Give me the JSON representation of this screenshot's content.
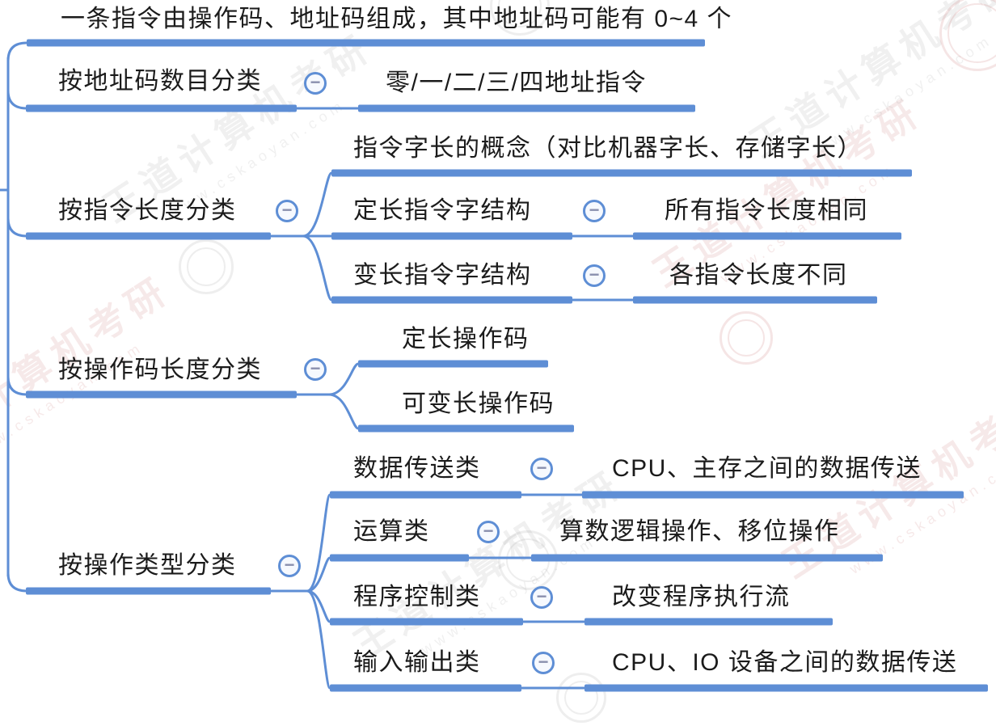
{
  "mindmap": {
    "note": "一条指令由操作码、地址码组成，其中地址码可能有 0~4 个",
    "collapse_glyph": "−",
    "branches": [
      {
        "label": "按地址码数目分类",
        "children": [
          {
            "label": "零/一/二/三/四地址指令"
          }
        ]
      },
      {
        "label": "按指令长度分类",
        "children": [
          {
            "label": "指令字长的概念（对比机器字长、存储字长）"
          },
          {
            "label": "定长指令字结构",
            "children": [
              {
                "label": "所有指令长度相同"
              }
            ]
          },
          {
            "label": "变长指令字结构",
            "children": [
              {
                "label": "各指令长度不同"
              }
            ]
          }
        ]
      },
      {
        "label": "按操作码长度分类",
        "children": [
          {
            "label": "定长操作码"
          },
          {
            "label": "可变长操作码"
          }
        ]
      },
      {
        "label": "按操作类型分类",
        "children": [
          {
            "label": "数据传送类",
            "children": [
              {
                "label": "CPU、主存之间的数据传送"
              }
            ]
          },
          {
            "label": "运算类",
            "children": [
              {
                "label": "算数逻辑操作、移位操作"
              }
            ]
          },
          {
            "label": "程序控制类",
            "children": [
              {
                "label": "改变程序执行流"
              }
            ]
          },
          {
            "label": "输入输出类",
            "children": [
              {
                "label": "CPU、IO 设备之间的数据传送"
              }
            ]
          }
        ]
      }
    ],
    "watermark": {
      "brand": "王道计算机考研",
      "site": "www.cskaoyan.com"
    },
    "colors": {
      "line": "#5E8ED5",
      "text": "#1B1B1B",
      "collapse_minus": "#8A90AE",
      "watermark_gray": "#909090",
      "watermark_pink": "#C05A5A"
    }
  }
}
